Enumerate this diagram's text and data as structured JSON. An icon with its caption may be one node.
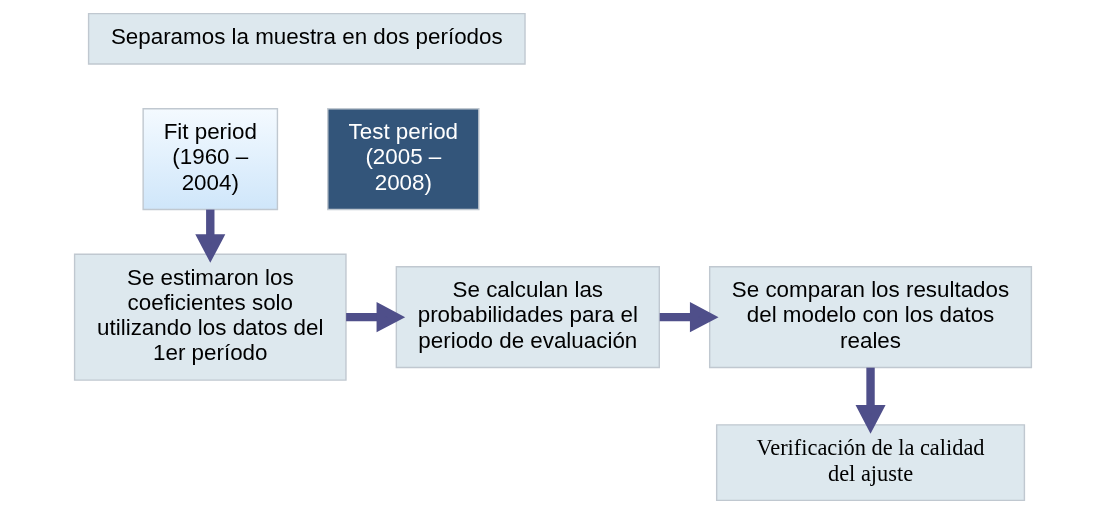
{
  "diagram": {
    "nodes": [
      {
        "text": [
          "Separamos la muestra en dos períodos"
        ]
      },
      {
        "text": [
          "Fit period (1960 – 2004)"
        ]
      },
      {
        "text": [
          "Test period (2005 – 2008)"
        ]
      },
      {
        "text": [
          "Se estimaron los coeficientes solo utilizando los datos del 1er período"
        ]
      },
      {
        "text": [
          "Se calculan las probabilidades para el periodo de evaluación"
        ]
      },
      {
        "text": [
          "Se comparan los resultados del modelo con los datos reales"
        ]
      },
      {
        "text": [
          "Verificación de la calidad del ajuste"
        ]
      }
    ],
    "edges": [
      {
        "from": 1,
        "to": 3,
        "arrow": "to"
      },
      {
        "from": 3,
        "to": 4,
        "arrow": "to"
      },
      {
        "from": 4,
        "to": 5,
        "arrow": "to"
      },
      {
        "from": 5,
        "to": 6,
        "arrow": "to"
      }
    ]
  }
}
